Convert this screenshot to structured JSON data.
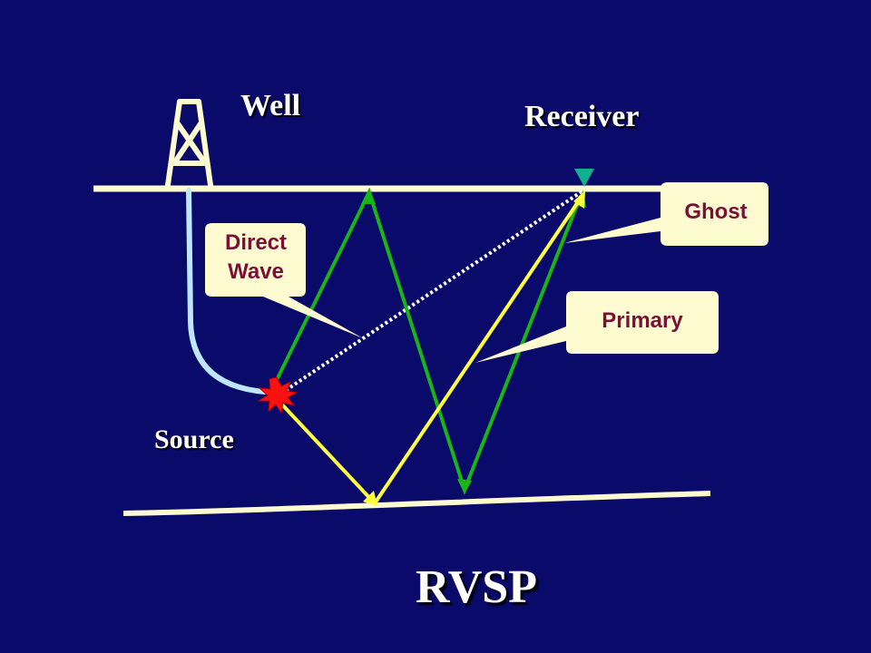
{
  "labels": {
    "well": "Well",
    "receiver": "Receiver",
    "source": "Source",
    "title": "RVSP"
  },
  "callouts": {
    "direct_wave": [
      "Direct",
      "Wave"
    ],
    "ghost": "Ghost",
    "primary": "Primary"
  },
  "colors": {
    "background": "#0a0a6b",
    "surface_line": "#fffbd0",
    "reflector_line": "#fffbd0",
    "wellbore": "#bfe6ff",
    "ghost_ray": "#18b418",
    "primary_ray": "#ffff40",
    "direct_wave_ray": "#ffffff",
    "source_burst": "#ff1010",
    "receiver_marker": "#10b090",
    "callout_fill": "#fffbd0",
    "callout_text": "#7a1038"
  },
  "icons": {
    "derrick": "derrick-icon",
    "source": "explosion-icon",
    "receiver": "receiver-triangle-icon"
  }
}
